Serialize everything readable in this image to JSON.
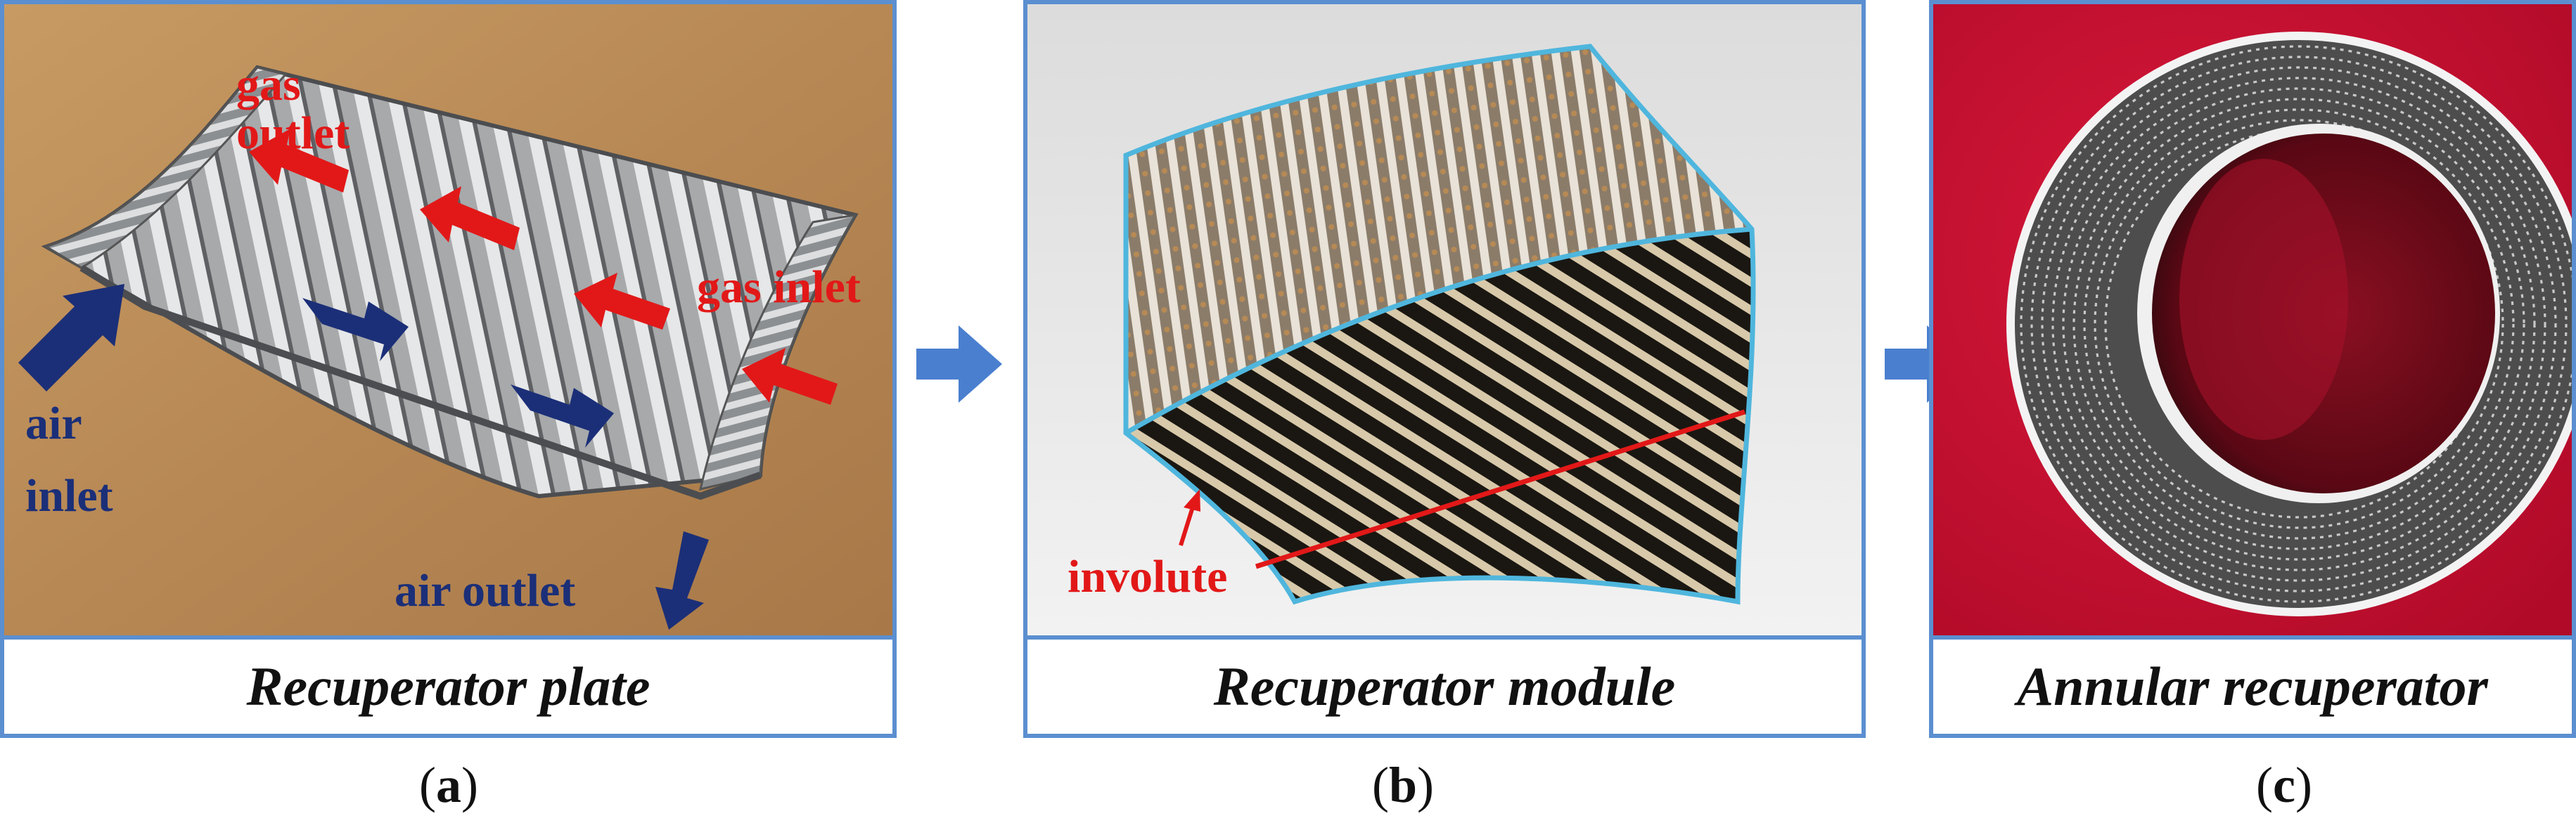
{
  "panels": {
    "a": {
      "caption": "Recuperator plate",
      "sub_letter": "a",
      "labels": {
        "gas_outlet_1": "gas",
        "gas_outlet_2": "outlet",
        "gas_inlet": "gas inlet",
        "air_inlet_1": "air",
        "air_inlet_2": "inlet",
        "air_outlet": "air outlet"
      }
    },
    "b": {
      "caption": "Recuperator module",
      "sub_letter": "b",
      "labels": {
        "involute": "involute"
      }
    },
    "c": {
      "caption": "Annular recuperator",
      "sub_letter": "c"
    }
  },
  "colors": {
    "border": "#5b8fd0",
    "gas_arrow": "#e21818",
    "air_arrow": "#1b2f78",
    "connector_arrow": "#4a7fcf",
    "module_outline": "#4fb6dd",
    "background_c": "#c8102e"
  }
}
